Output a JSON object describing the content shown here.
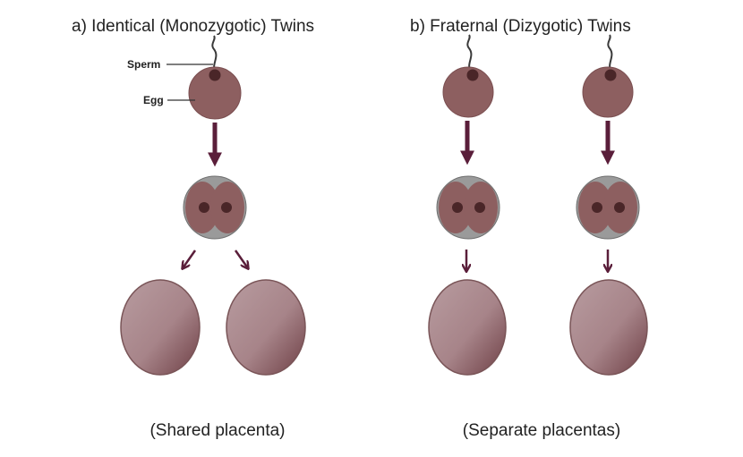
{
  "panels": {
    "identical": {
      "title": "a) Identical (Monozygotic) Twins",
      "caption": "(Shared placenta)",
      "labels": {
        "sperm": "Sperm",
        "egg": "Egg"
      }
    },
    "fraternal": {
      "title": "b) Fraternal (Dizygotic) Twins",
      "caption": "(Separate placentas)"
    }
  },
  "colors": {
    "egg_fill": "#8d5f60",
    "egg_stroke": "#7a4e50",
    "nucleus": "#4a2628",
    "sperm_tail": "#3a3a3a",
    "arrow": "#5a1e3a",
    "cell_membrane": "#9a9a9a",
    "cell_membrane_stroke": "#6f6f6f",
    "placenta_light": "#b3979a",
    "placenta_dark": "#7a4a50",
    "placenta_stroke": "#7a5558"
  }
}
